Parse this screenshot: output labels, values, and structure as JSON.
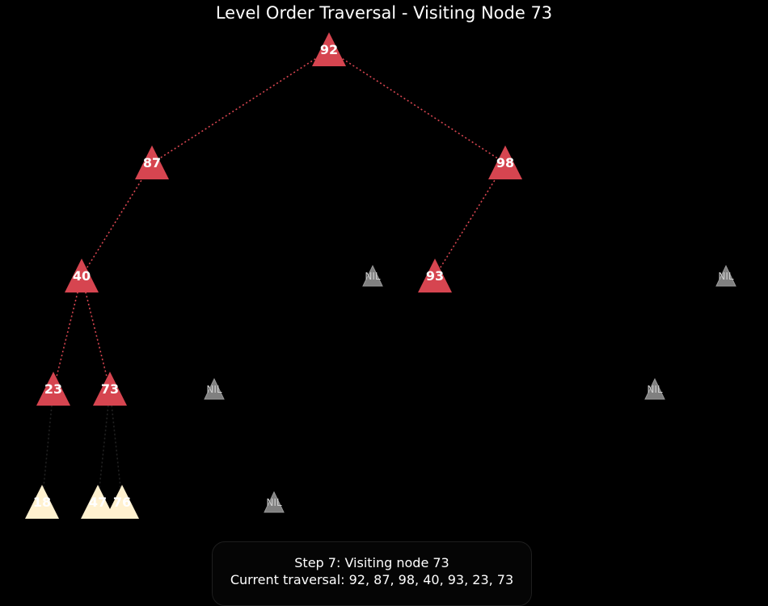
{
  "title": "Level Order Traversal - Visiting Node 73",
  "colors": {
    "visited": "#d64550",
    "unvisited": "#fff1cf",
    "nil": "#808080",
    "edge_visited": "#d64550",
    "edge_unvisited": "#222222",
    "background": "#000000"
  },
  "tree": {
    "nodes": [
      {
        "id": "n92",
        "label": "92",
        "state": "visited"
      },
      {
        "id": "n87",
        "label": "87",
        "state": "visited"
      },
      {
        "id": "n98",
        "label": "98",
        "state": "visited"
      },
      {
        "id": "n40",
        "label": "40",
        "state": "visited"
      },
      {
        "id": "nil1",
        "label": "NIL",
        "state": "nil"
      },
      {
        "id": "n93",
        "label": "93",
        "state": "visited"
      },
      {
        "id": "nil2",
        "label": "NIL",
        "state": "nil"
      },
      {
        "id": "n23",
        "label": "23",
        "state": "visited"
      },
      {
        "id": "n73",
        "label": "73",
        "state": "visited"
      },
      {
        "id": "nil3",
        "label": "NIL",
        "state": "nil"
      },
      {
        "id": "nil4",
        "label": "NIL",
        "state": "nil"
      },
      {
        "id": "n18",
        "label": "18",
        "state": "unvisited"
      },
      {
        "id": "n47",
        "label": "47",
        "state": "unvisited"
      },
      {
        "id": "n76",
        "label": "76",
        "state": "unvisited"
      },
      {
        "id": "nil5",
        "label": "NIL",
        "state": "nil"
      }
    ],
    "edges": [
      {
        "from": "n92",
        "to": "n87",
        "state": "visited"
      },
      {
        "from": "n92",
        "to": "n98",
        "state": "visited"
      },
      {
        "from": "n87",
        "to": "n40",
        "state": "visited"
      },
      {
        "from": "n98",
        "to": "n93",
        "state": "visited"
      },
      {
        "from": "n40",
        "to": "n23",
        "state": "visited"
      },
      {
        "from": "n40",
        "to": "n73",
        "state": "visited"
      },
      {
        "from": "n23",
        "to": "n18",
        "state": "unvisited"
      },
      {
        "from": "n73",
        "to": "n47",
        "state": "unvisited"
      },
      {
        "from": "n73",
        "to": "n76",
        "state": "unvisited"
      }
    ]
  },
  "status": {
    "step_line": "Step 7: Visiting node 73",
    "traversal_line": "Current traversal: 92, 87, 98, 40, 93, 23, 73"
  }
}
